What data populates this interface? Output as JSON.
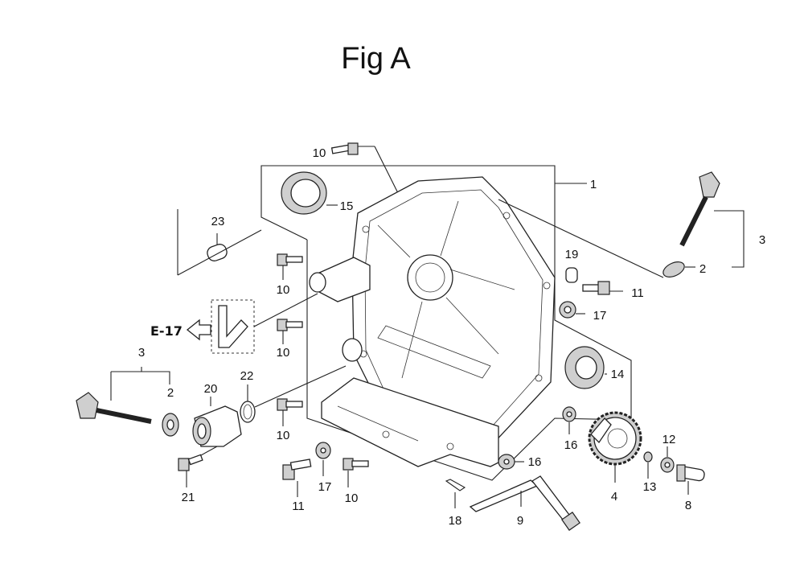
{
  "title": "Fig A",
  "ref_arrow": "E-17",
  "callouts": [
    {
      "id": "c10a",
      "text": "10"
    },
    {
      "id": "c15",
      "text": "15"
    },
    {
      "id": "c1",
      "text": "1"
    },
    {
      "id": "c3r",
      "text": "3"
    },
    {
      "id": "c2r",
      "text": "2"
    },
    {
      "id": "c23",
      "text": "23"
    },
    {
      "id": "c10b",
      "text": "10"
    },
    {
      "id": "c19",
      "text": "19"
    },
    {
      "id": "c11r",
      "text": "11"
    },
    {
      "id": "c17r",
      "text": "17"
    },
    {
      "id": "c10c",
      "text": "10"
    },
    {
      "id": "c14",
      "text": "14"
    },
    {
      "id": "c3l",
      "text": "3"
    },
    {
      "id": "c2l",
      "text": "2"
    },
    {
      "id": "c20",
      "text": "20"
    },
    {
      "id": "c22",
      "text": "22"
    },
    {
      "id": "c10d",
      "text": "10"
    },
    {
      "id": "c16a",
      "text": "16"
    },
    {
      "id": "c12",
      "text": "12"
    },
    {
      "id": "c21",
      "text": "21"
    },
    {
      "id": "c16b",
      "text": "16"
    },
    {
      "id": "c13",
      "text": "13"
    },
    {
      "id": "c4",
      "text": "4"
    },
    {
      "id": "c8",
      "text": "8"
    },
    {
      "id": "c11l",
      "text": "11"
    },
    {
      "id": "c17l",
      "text": "17"
    },
    {
      "id": "c10e",
      "text": "10"
    },
    {
      "id": "c18",
      "text": "18"
    },
    {
      "id": "c9",
      "text": "9"
    }
  ]
}
